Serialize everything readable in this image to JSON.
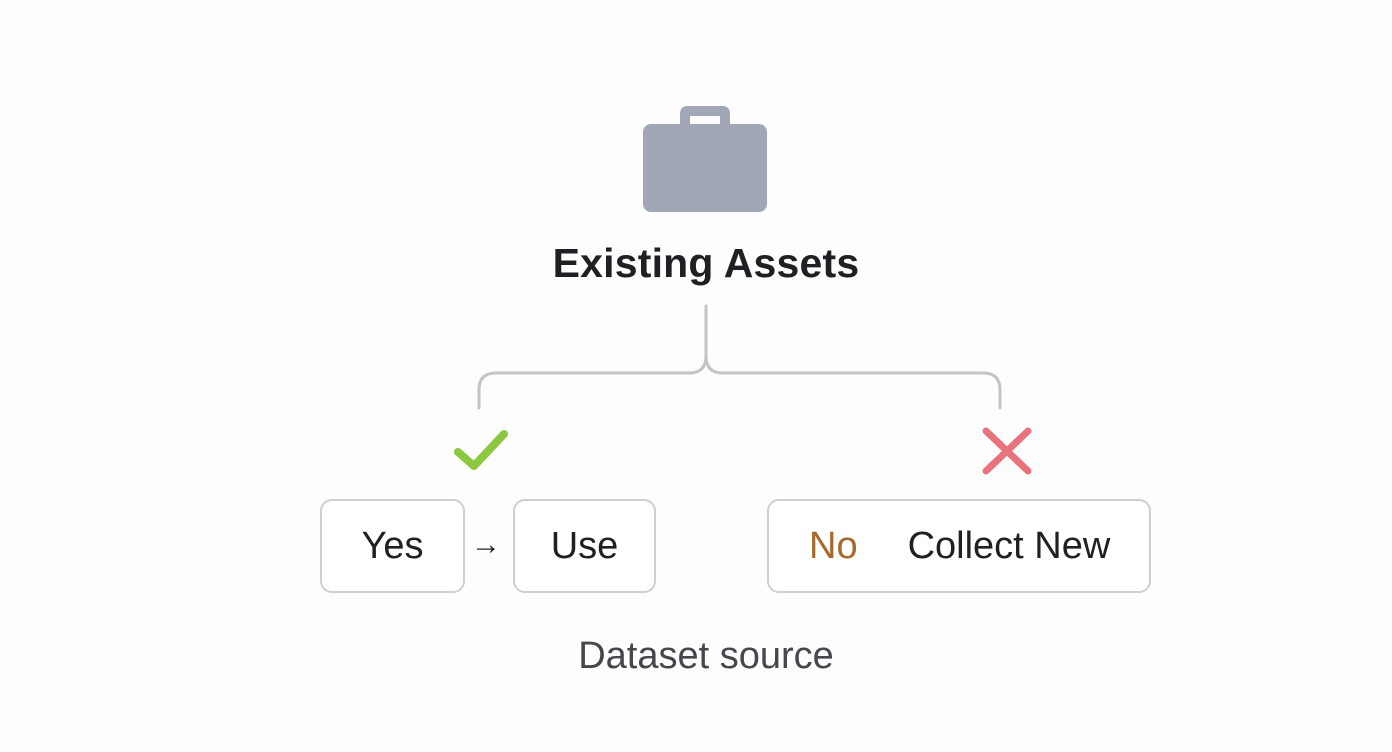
{
  "diagram": {
    "title": "Existing Assets",
    "yes_label": "Yes",
    "arrow_glyph": "→",
    "use_label": "Use",
    "no_label": "No",
    "collect_label": "Collect New",
    "caption": "Dataset source"
  },
  "icons": {
    "top": "briefcase-icon",
    "yes_mark": "checkmark-icon",
    "no_mark": "cross-icon"
  },
  "colors": {
    "briefcase": "#a2a7b7",
    "check": "#8dc63f",
    "cross": "#e8737d",
    "no_text": "#a8672b",
    "box_border": "#cfcfcf",
    "connector": "#c4c4c4"
  }
}
